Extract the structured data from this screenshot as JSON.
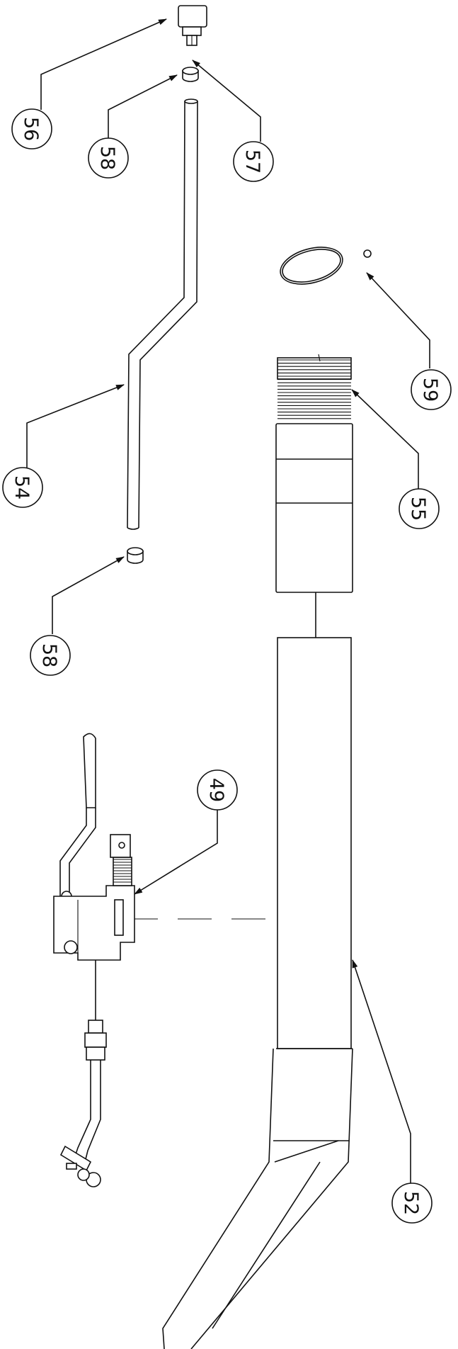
{
  "callouts": [
    {
      "id": "c56",
      "label": "56"
    },
    {
      "id": "c57",
      "label": "57"
    },
    {
      "id": "c58a",
      "label": "58"
    },
    {
      "id": "c54",
      "label": "54"
    },
    {
      "id": "c58b",
      "label": "58"
    },
    {
      "id": "c59",
      "label": "59"
    },
    {
      "id": "c55",
      "label": "55"
    },
    {
      "id": "c49",
      "label": "49"
    },
    {
      "id": "c52",
      "label": "52"
    }
  ]
}
